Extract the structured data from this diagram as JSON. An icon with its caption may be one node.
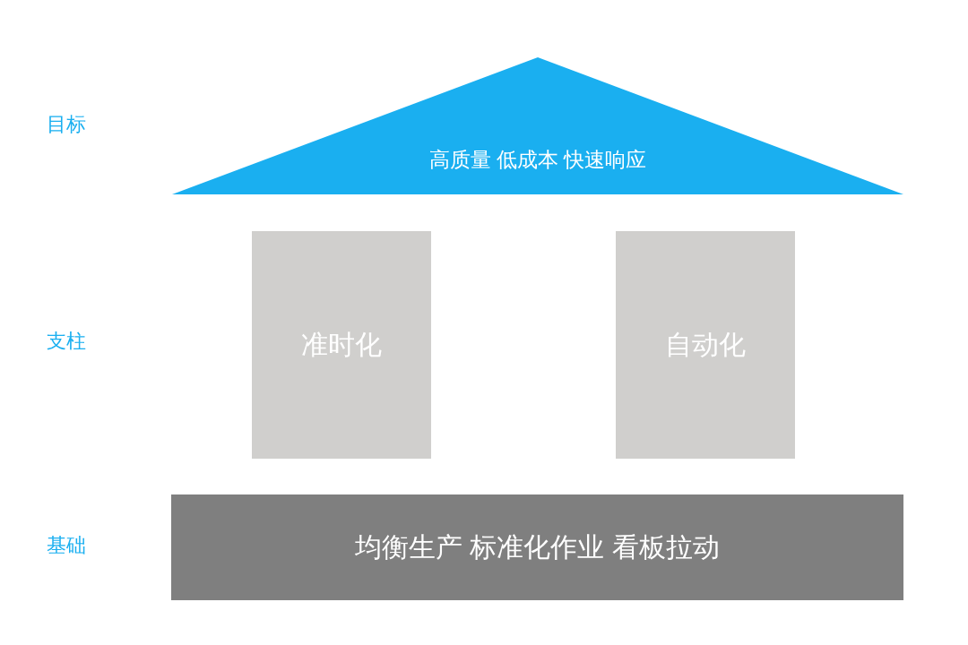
{
  "diagram": {
    "nodes": [
      {
        "text": [
          "高质量 低成本 快速响应"
        ]
      },
      {
        "text": [
          "准时化"
        ]
      },
      {
        "text": [
          "自动化"
        ]
      },
      {
        "text": [
          "均衡生产 标准化作业 看板拉动"
        ]
      }
    ],
    "labels": [
      "目标",
      "支柱",
      "基础"
    ]
  }
}
